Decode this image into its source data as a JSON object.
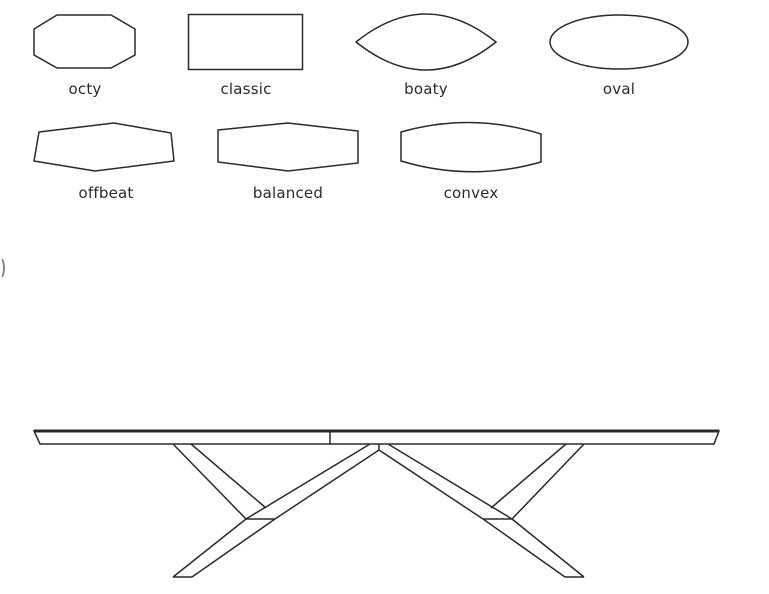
{
  "shapes": {
    "items": [
      {
        "id": "octy",
        "label": "octy"
      },
      {
        "id": "classic",
        "label": "classic"
      },
      {
        "id": "boaty",
        "label": "boaty"
      },
      {
        "id": "oval",
        "label": "oval"
      },
      {
        "id": "offbeat",
        "label": "offbeat"
      },
      {
        "id": "balanced",
        "label": "balanced"
      },
      {
        "id": "convex",
        "label": "convex"
      }
    ]
  },
  "drawing": {
    "stroke_color": "#2a2a2a",
    "background": "#ffffff",
    "view": "side-elevation",
    "components": [
      "tabletop",
      "tabletop-seam",
      "left-leg-frame",
      "right-leg-frame"
    ]
  }
}
